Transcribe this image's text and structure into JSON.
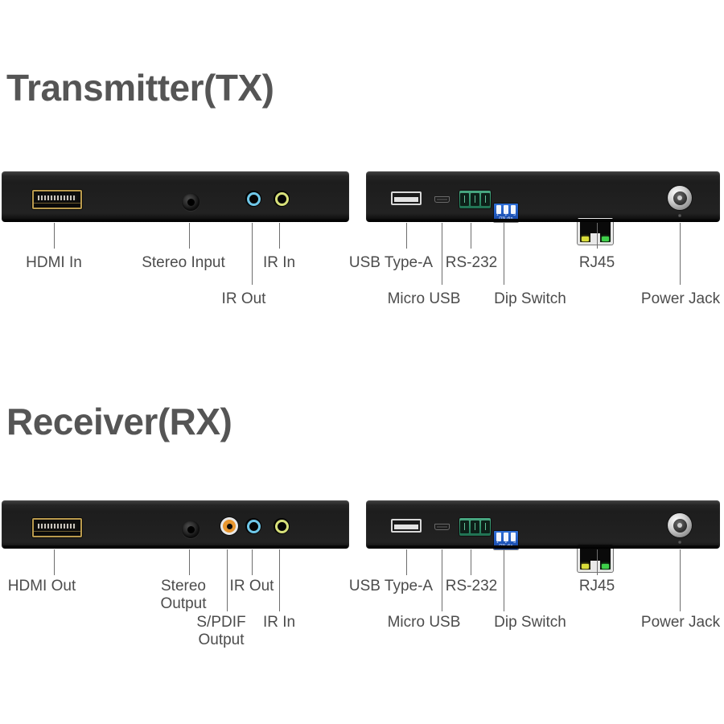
{
  "sections": [
    {
      "id": "tx",
      "title": "Transmitter(TX)",
      "front_panel": {
        "name": "transmitter-front-panel",
        "ports": [
          {
            "id": "hdmi-in",
            "type": "hdmi",
            "label": "HDMI In"
          },
          {
            "id": "stereo-input",
            "type": "jack-3.5mm",
            "label": "Stereo Input",
            "color": "#1a1a1a"
          },
          {
            "id": "ir-out",
            "type": "jack-3.5mm",
            "label": "IR Out",
            "color": "#6fc7e8"
          },
          {
            "id": "ir-in",
            "type": "jack-3.5mm",
            "label": "IR In",
            "color": "#d7e07a"
          }
        ]
      },
      "rear_panel": {
        "name": "transmitter-rear-panel",
        "ports": [
          {
            "id": "usb-type-a",
            "type": "usb-a",
            "label": "USB Type-A"
          },
          {
            "id": "micro-usb",
            "type": "micro-usb",
            "label": "Micro USB"
          },
          {
            "id": "rs-232",
            "type": "terminal",
            "label": "RS-232",
            "color": "#2f8f69"
          },
          {
            "id": "dip-switch",
            "type": "dip",
            "label": "Dip Switch",
            "color": "#1f57bd",
            "dip_on_label": "ON dip",
            "dip_numbers": [
              "1",
              "2",
              "3"
            ]
          },
          {
            "id": "rj45",
            "type": "rj45",
            "label": "RJ45"
          },
          {
            "id": "power-jack",
            "type": "barrel",
            "label": "Power Jack"
          }
        ]
      }
    },
    {
      "id": "rx",
      "title": "Receiver(RX)",
      "front_panel": {
        "name": "receiver-front-panel",
        "ports": [
          {
            "id": "hdmi-out",
            "type": "hdmi",
            "label": "HDMI Out"
          },
          {
            "id": "stereo-output",
            "type": "jack-3.5mm",
            "label": "Stereo Output",
            "color": "#1a1a1a"
          },
          {
            "id": "spdif-output",
            "type": "rca",
            "label": "S/PDIF Output",
            "color": "#e8962f"
          },
          {
            "id": "ir-out",
            "type": "jack-3.5mm",
            "label": "IR Out",
            "color": "#6fc7e8"
          },
          {
            "id": "ir-in",
            "type": "jack-3.5mm",
            "label": "IR In",
            "color": "#d7e07a"
          }
        ]
      },
      "rear_panel": {
        "name": "receiver-rear-panel",
        "ports": [
          {
            "id": "usb-type-a",
            "type": "usb-a",
            "label": "USB Type-A"
          },
          {
            "id": "micro-usb",
            "type": "micro-usb",
            "label": "Micro USB"
          },
          {
            "id": "rs-232",
            "type": "terminal",
            "label": "RS-232",
            "color": "#2f8f69"
          },
          {
            "id": "dip-switch",
            "type": "dip",
            "label": "Dip Switch",
            "color": "#1f57bd",
            "dip_on_label": "ON dip",
            "dip_numbers": [
              "1",
              "2",
              "3"
            ]
          },
          {
            "id": "rj45",
            "type": "rj45",
            "label": "RJ45"
          },
          {
            "id": "power-jack",
            "type": "barrel",
            "label": "Power Jack"
          }
        ]
      }
    }
  ],
  "labels": {
    "tx": {
      "hdmi_in": "HDMI In",
      "stereo_input": "Stereo Input",
      "ir_out": "IR Out",
      "ir_in": "IR In",
      "usb_type_a": "USB Type-A",
      "micro_usb": "Micro USB",
      "rs_232": "RS-232",
      "dip_switch": "Dip Switch",
      "rj45": "RJ45",
      "power_jack": "Power Jack"
    },
    "rx": {
      "hdmi_out": "HDMI Out",
      "stereo_output_line1": "Stereo",
      "stereo_output_line2": "Output",
      "spdif_line1": "S/PDIF",
      "spdif_line2": "Output",
      "ir_out": "IR Out",
      "ir_in": "IR In",
      "usb_type_a": "USB Type-A",
      "micro_usb": "Micro USB",
      "rs_232": "RS-232",
      "dip_switch": "Dip Switch",
      "rj45": "RJ45",
      "power_jack": "Power Jack"
    }
  },
  "dip": {
    "on_label": "ON dip",
    "n1": "1",
    "n2": "2",
    "n3": "3"
  },
  "colors": {
    "title": "#555555",
    "label_text": "#4c4c4c",
    "leader_line": "#6e6e6e",
    "panel_body": "#151515",
    "hdmi_gold": "#b99a4d",
    "ir_out_blue": "#6fc7e8",
    "ir_in_green": "#d7e07a",
    "spdif_orange": "#e8962f",
    "rs232_green": "#2f8f69",
    "dip_blue": "#1f57bd",
    "rj45_led_yellow": "#d9dd3a",
    "rj45_led_green": "#3fcf4a",
    "power_jack_silver": "#d3d3d3",
    "background": "#ffffff"
  }
}
